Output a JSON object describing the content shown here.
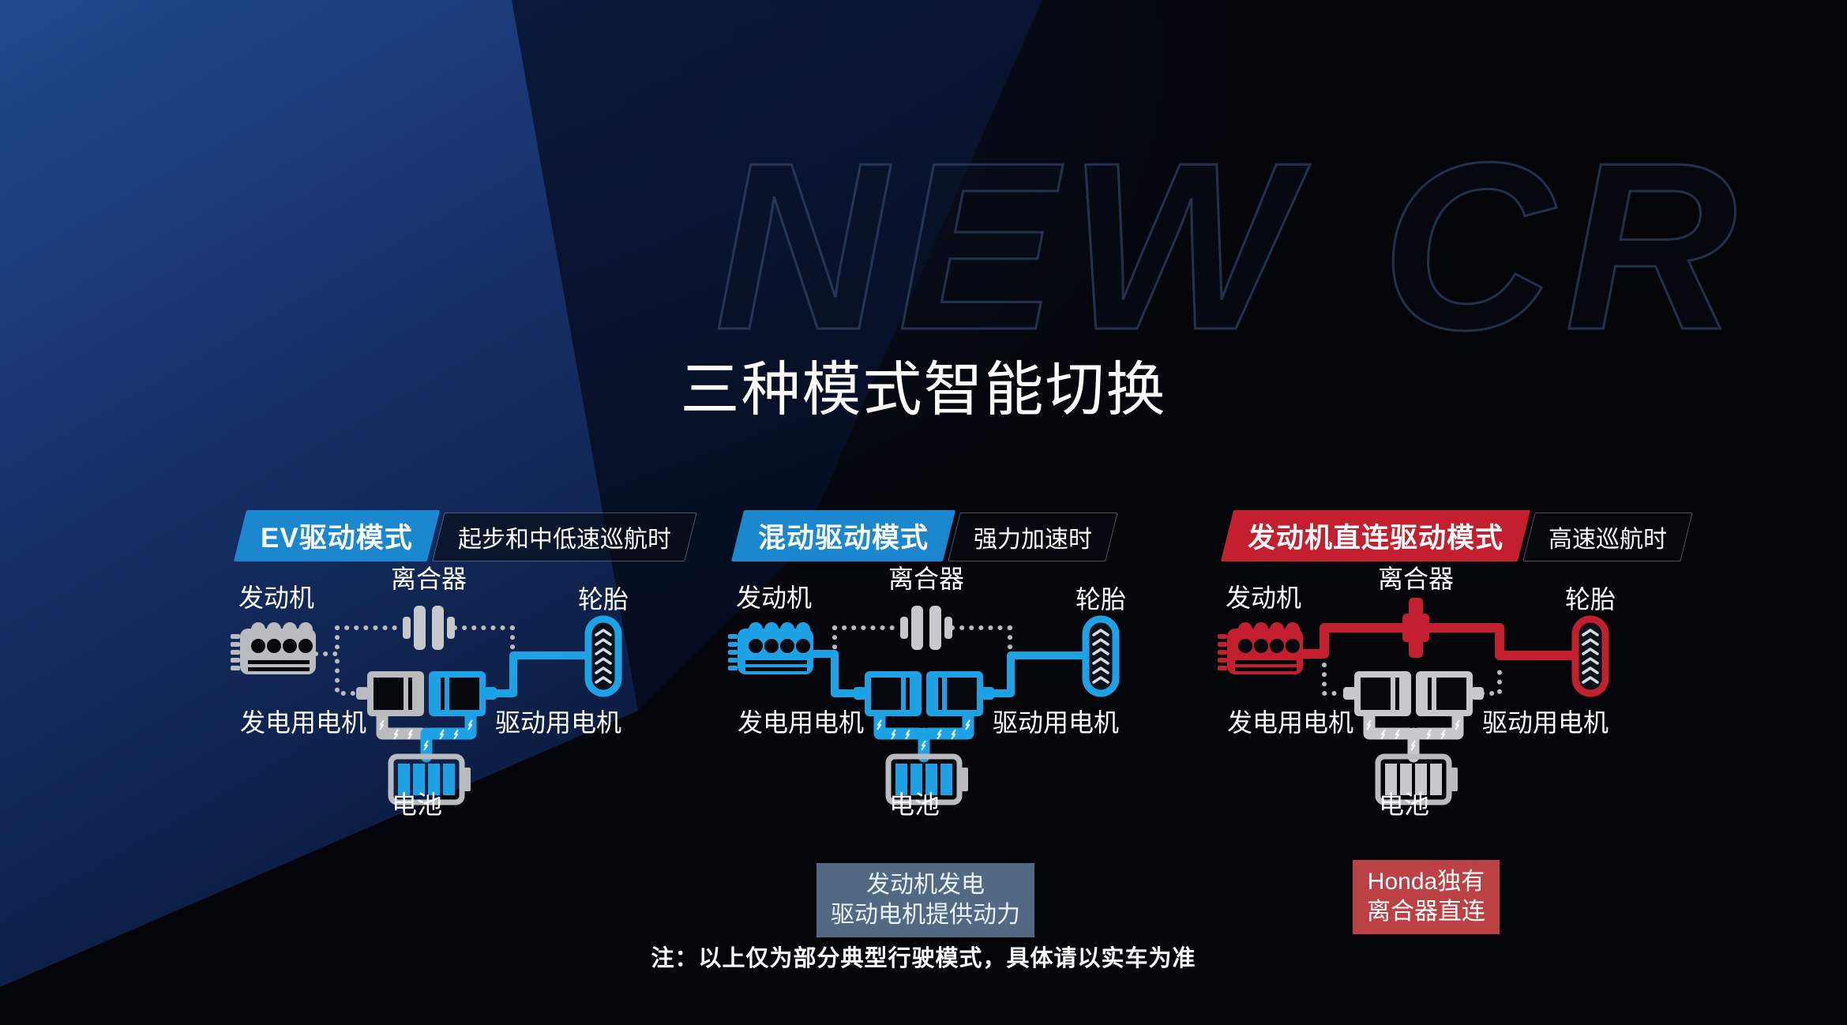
{
  "heading": "三种模式智能切换",
  "watermark": "NEW CR",
  "footnote": "注：以上仅为部分典型行驶模式，具体请以实车为准",
  "colors": {
    "accent_blue": "#1a87cf",
    "diagram_blue": "#1ea2e6",
    "accent_red": "#c41f2e",
    "inactive_gray": "#b9bcbe",
    "note_blue_bg": "#5c7894",
    "note_red_bg": "#bc4145"
  },
  "modes": [
    {
      "name": "EV驱动模式",
      "condition": "起步和中低速巡航时",
      "labels": {
        "engine": "发动机",
        "clutch": "离合器",
        "tire": "轮胎",
        "generator": "发电用电机",
        "drive_motor": "驱动用电机",
        "battery": "电池"
      }
    },
    {
      "name": "混动驱动模式",
      "condition": "强力加速时",
      "labels": {
        "engine": "发动机",
        "clutch": "离合器",
        "tire": "轮胎",
        "generator": "发电用电机",
        "drive_motor": "驱动用电机",
        "battery": "电池"
      },
      "note_line1": "发动机发电",
      "note_line2": "驱动电机提供动力"
    },
    {
      "name": "发动机直连驱动模式",
      "condition": "高速巡航时",
      "labels": {
        "engine": "发动机",
        "clutch": "离合器",
        "tire": "轮胎",
        "generator": "发电用电机",
        "drive_motor": "驱动用电机",
        "battery": "电池"
      },
      "note_line1": "Honda独有",
      "note_line2": "离合器直连"
    }
  ]
}
